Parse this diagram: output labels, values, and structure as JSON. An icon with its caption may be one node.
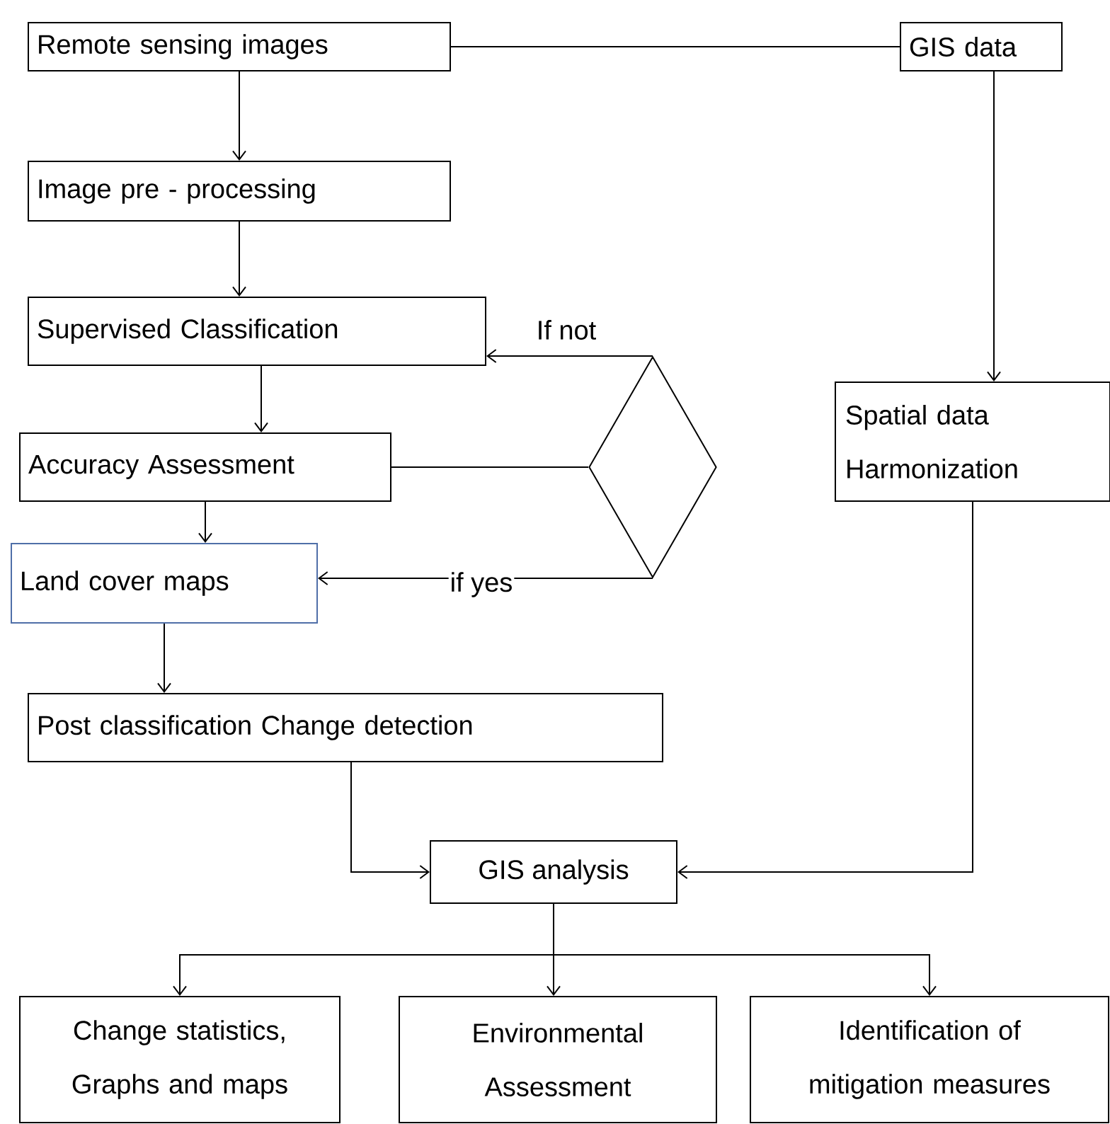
{
  "diagram": {
    "nodes": [
      {
        "text": [
          "Remote sensing images"
        ]
      },
      {
        "text": [
          "GIS data"
        ]
      },
      {
        "text": [
          "Image pre - processing"
        ]
      },
      {
        "text": [
          "Supervised Classification"
        ]
      },
      {
        "text": [
          "Accuracy Assessment"
        ]
      },
      {
        "text": [
          "Land cover maps"
        ]
      },
      {
        "text": [
          "Post classification Change detection"
        ]
      },
      {
        "text": [
          "GIS analysis"
        ]
      },
      {
        "text": [
          "Spatial data Harmonization"
        ]
      },
      {
        "text": [],
        "shape": "diamond"
      },
      {
        "text": [
          "Change statistics, Graphs and maps"
        ]
      },
      {
        "text": [
          "Environmental Assessment"
        ]
      },
      {
        "text": [
          "Identification of mitigation measures"
        ]
      }
    ],
    "edges": [
      {
        "from": 0,
        "to": 1,
        "arrow": "none"
      },
      {
        "from": 0,
        "to": 2,
        "arrow": "to"
      },
      {
        "from": 2,
        "to": 3,
        "arrow": "to"
      },
      {
        "from": 3,
        "to": 4,
        "arrow": "to"
      },
      {
        "from": 4,
        "to": 9,
        "arrow": "none"
      },
      {
        "from": 9,
        "to": 3,
        "arrow": "to",
        "label": "If not"
      },
      {
        "from": 9,
        "to": 5,
        "arrow": "to",
        "label": "if yes"
      },
      {
        "from": 4,
        "to": 5,
        "arrow": "to"
      },
      {
        "from": 5,
        "to": 6,
        "arrow": "to"
      },
      {
        "from": 6,
        "to": 7,
        "arrow": "to"
      },
      {
        "from": 1,
        "to": 8,
        "arrow": "to"
      },
      {
        "from": 8,
        "to": 7,
        "arrow": "to"
      },
      {
        "from": 7,
        "to": 10,
        "arrow": "to"
      },
      {
        "from": 7,
        "to": 11,
        "arrow": "to"
      },
      {
        "from": 7,
        "to": 12,
        "arrow": "to"
      }
    ]
  }
}
